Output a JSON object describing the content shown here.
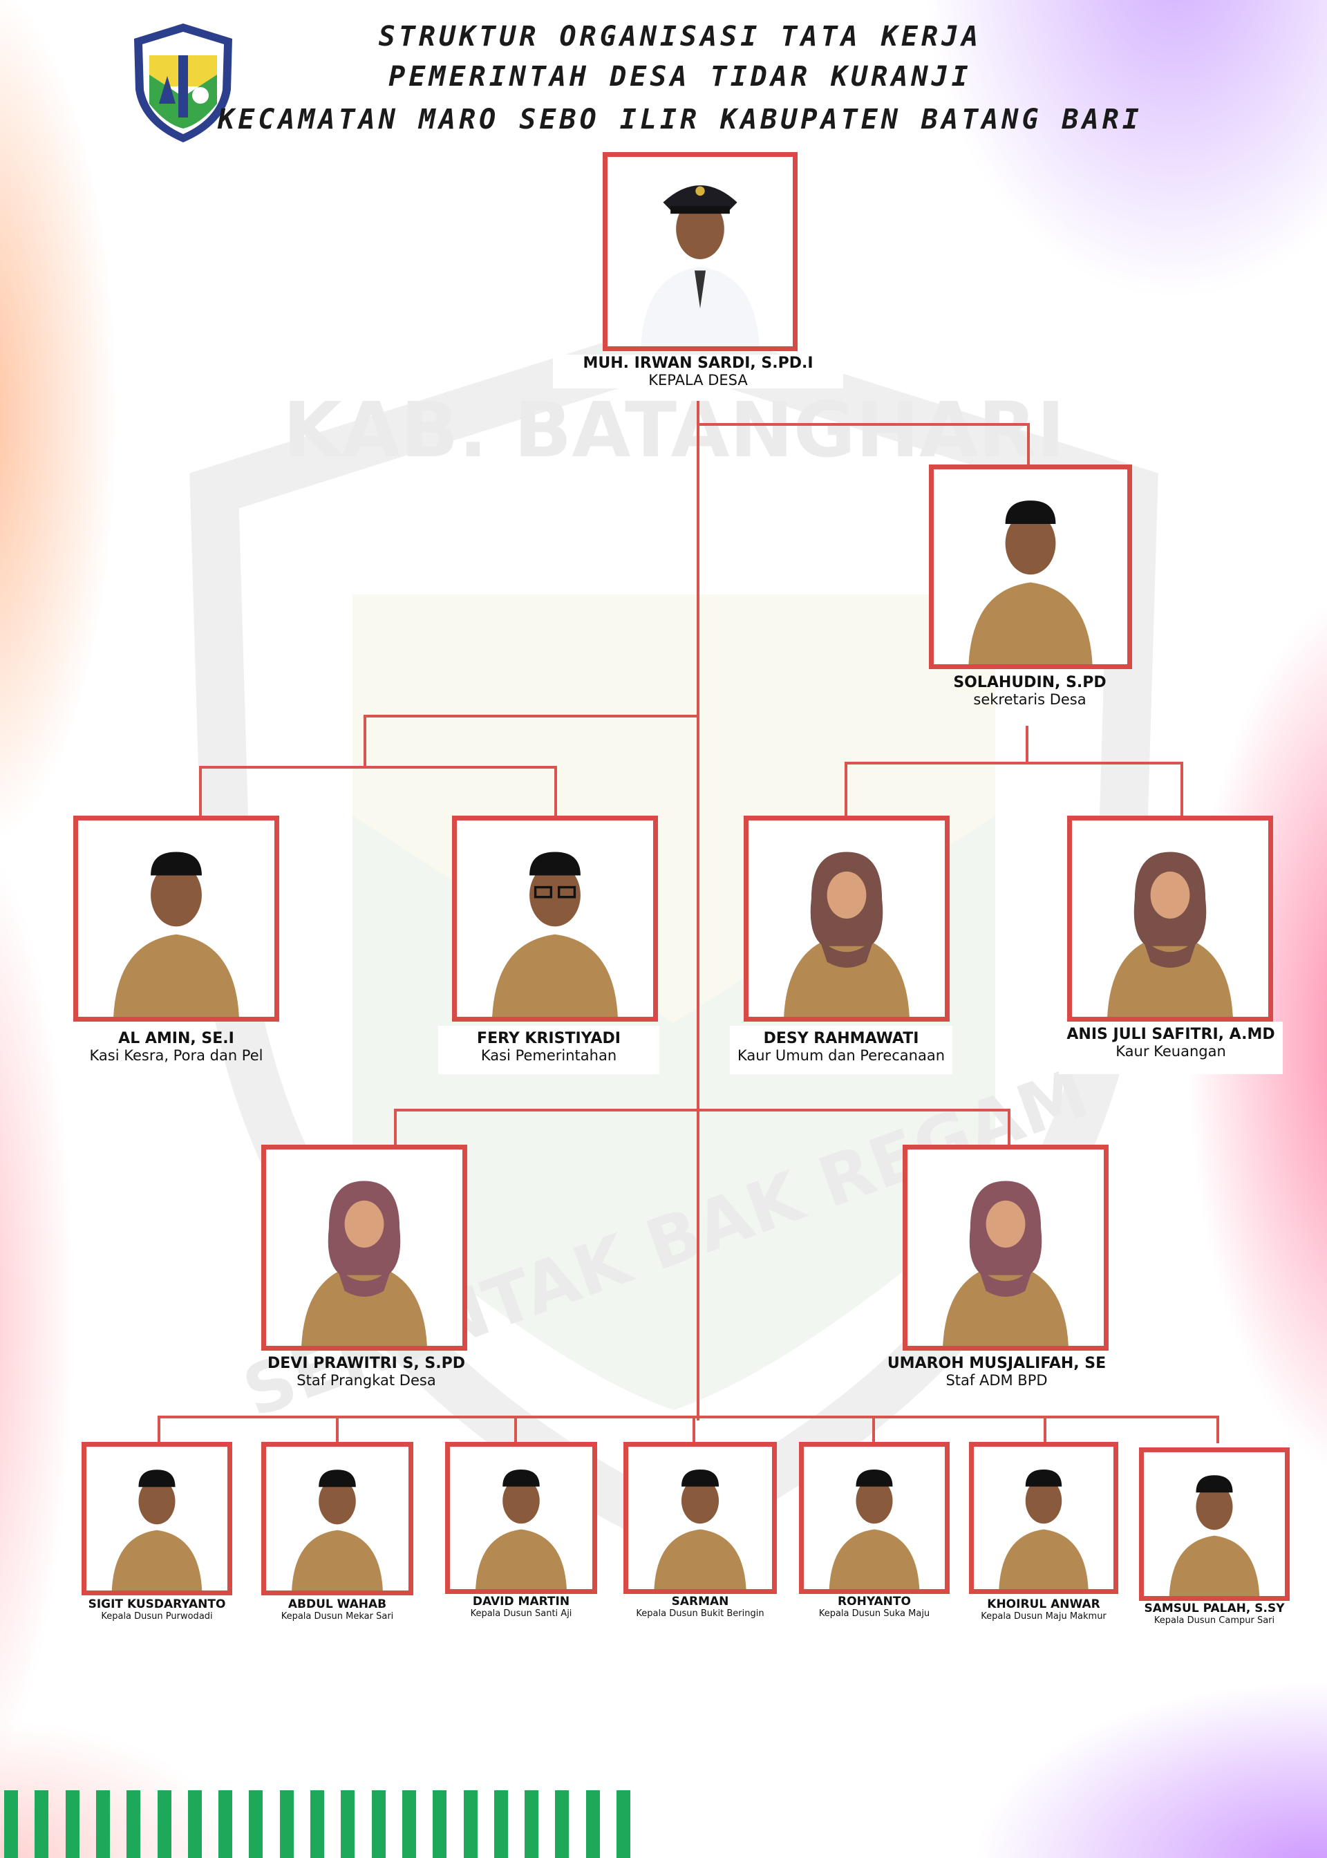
{
  "header": {
    "line1": "STRUKTUR ORGANISASI TATA KERJA",
    "line2": "PEMERINTAH DESA TIDAR KURANJI",
    "line3": "KECAMATAN MARO SEBO ILIR KABUPATEN BATANG BARI"
  },
  "logo": {
    "icon": "regency-shield-emblem-icon"
  },
  "watermark": {
    "icon": "regency-emblem-watermark",
    "text_top": "KAB. BATANGHARI",
    "text_bottom": "SERENTAK BAK REGAM"
  },
  "colors": {
    "frame": "#d94a47",
    "connector": "#d9534f",
    "stripe": "#1ea85a",
    "uniform": "#b58a52"
  },
  "people": {
    "head": {
      "name": "MUH. IRWAN SARDI, S.PD.I",
      "role": "KEPALA DESA"
    },
    "secretary": {
      "name": "SOLAHUDIN, S.PD",
      "role": "sekretaris Desa"
    },
    "kasi_kesra": {
      "name": "AL AMIN, SE.I",
      "role": "Kasi Kesra, Pora dan Pel"
    },
    "kasi_pem": {
      "name": "FERY  KRISTIYADI",
      "role": "Kasi Pemerintahan"
    },
    "kaur_umum": {
      "name": "DESY RAHMAWATI",
      "role": "Kaur Umum dan Perecanaan"
    },
    "kaur_keu": {
      "name": "ANIS JULI SAFITRI, A.MD",
      "role": "Kaur Keuangan"
    },
    "staf_desa": {
      "name": "DEVI PRAWITRI S, S.PD",
      "role": "Staf Prangkat Desa"
    },
    "staf_bpd": {
      "name": "UMAROH MUSJALIFAH, SE",
      "role": "Staf ADM BPD"
    },
    "dusun": [
      {
        "name": "SIGIT KUSDARYANTO",
        "role": "Kepala Dusun Purwodadi"
      },
      {
        "name": "ABDUL WAHAB",
        "role": "Kepala Dusun Mekar Sari"
      },
      {
        "name": "DAVID MARTIN",
        "role": "Kepala Dusun Santi Aji"
      },
      {
        "name": "SARMAN",
        "role": "Kepala Dusun Bukit Beringin"
      },
      {
        "name": "ROHYANTO",
        "role": "Kepala Dusun Suka Maju"
      },
      {
        "name": "KHOIRUL ANWAR",
        "role": "Kepala Dusun Maju Makmur"
      },
      {
        "name": "SAMSUL PALAH, S.SY",
        "role": "Kepala Dusun Campur Sari"
      }
    ]
  }
}
